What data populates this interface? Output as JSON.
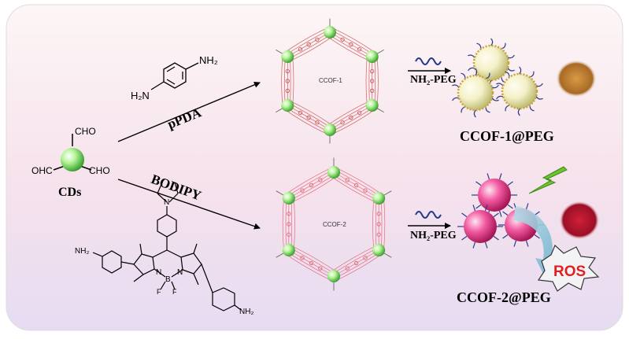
{
  "precursor": {
    "label": "CDs",
    "cho_top": "CHO",
    "cho_left": "OHC",
    "cho_right": "CHO"
  },
  "route1": {
    "linker_nh2_left": "H₂N",
    "linker_nh2_right": "NH₂",
    "linker_name": "pPDA",
    "framework": "CCOF-1",
    "reagent": "NH₂-PEG",
    "product": "CCOF-1@PEG"
  },
  "route2": {
    "linker_name": "BODIPY",
    "framework": "CCOF-2",
    "reagent": "NH₂-PEG",
    "product": "CCOF-2@PEG",
    "ros": "ROS"
  },
  "bodipy": {
    "nh2_left": "NH₂",
    "nh2_right": "NH₂",
    "n1": "N",
    "n2": "N",
    "n_amine": "N",
    "b": "B",
    "f1": "F",
    "f2": "F"
  },
  "colors": {
    "accent_green": "#7ed957",
    "accent_pink": "#e8307a",
    "frame_red": "#d84b4b",
    "ros_red": "#e02020"
  }
}
